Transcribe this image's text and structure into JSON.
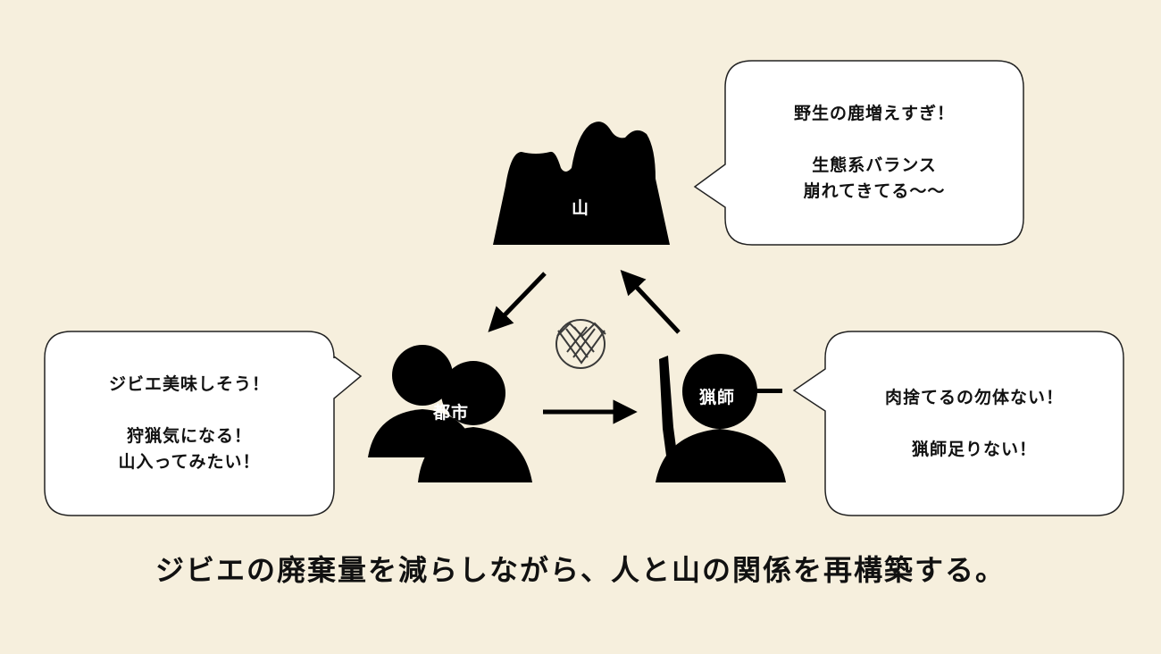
{
  "nodes": {
    "mountain": "山",
    "city": "都市",
    "hunter": "猟師"
  },
  "bubbles": {
    "mountain": {
      "line1": "野生の鹿増えすぎ！",
      "line2": "生態系バランス",
      "line3": "崩れてきてる〜〜"
    },
    "city": {
      "line1": "ジビエ美味しそう！",
      "line2": "狩猟気になる！",
      "line3": "山入ってみたい！"
    },
    "hunter": {
      "line1": "肉捨てるの勿体ない！",
      "line2": "猟師足りない！"
    }
  },
  "caption": "ジビエの廃棄量を減らしながら、人と山の関係を再構築する。",
  "icons": {
    "center_logo": "interlaced-circle-logo-icon",
    "city": "people-silhouette-icon",
    "hunter": "hunter-with-rifle-icon",
    "mountain": "mountain-silhouette-icon"
  },
  "colors": {
    "background": "#f6efdd",
    "silhouette": "#000000",
    "bubble_fill": "#ffffff",
    "logo_stroke": "#3a3a3a"
  }
}
